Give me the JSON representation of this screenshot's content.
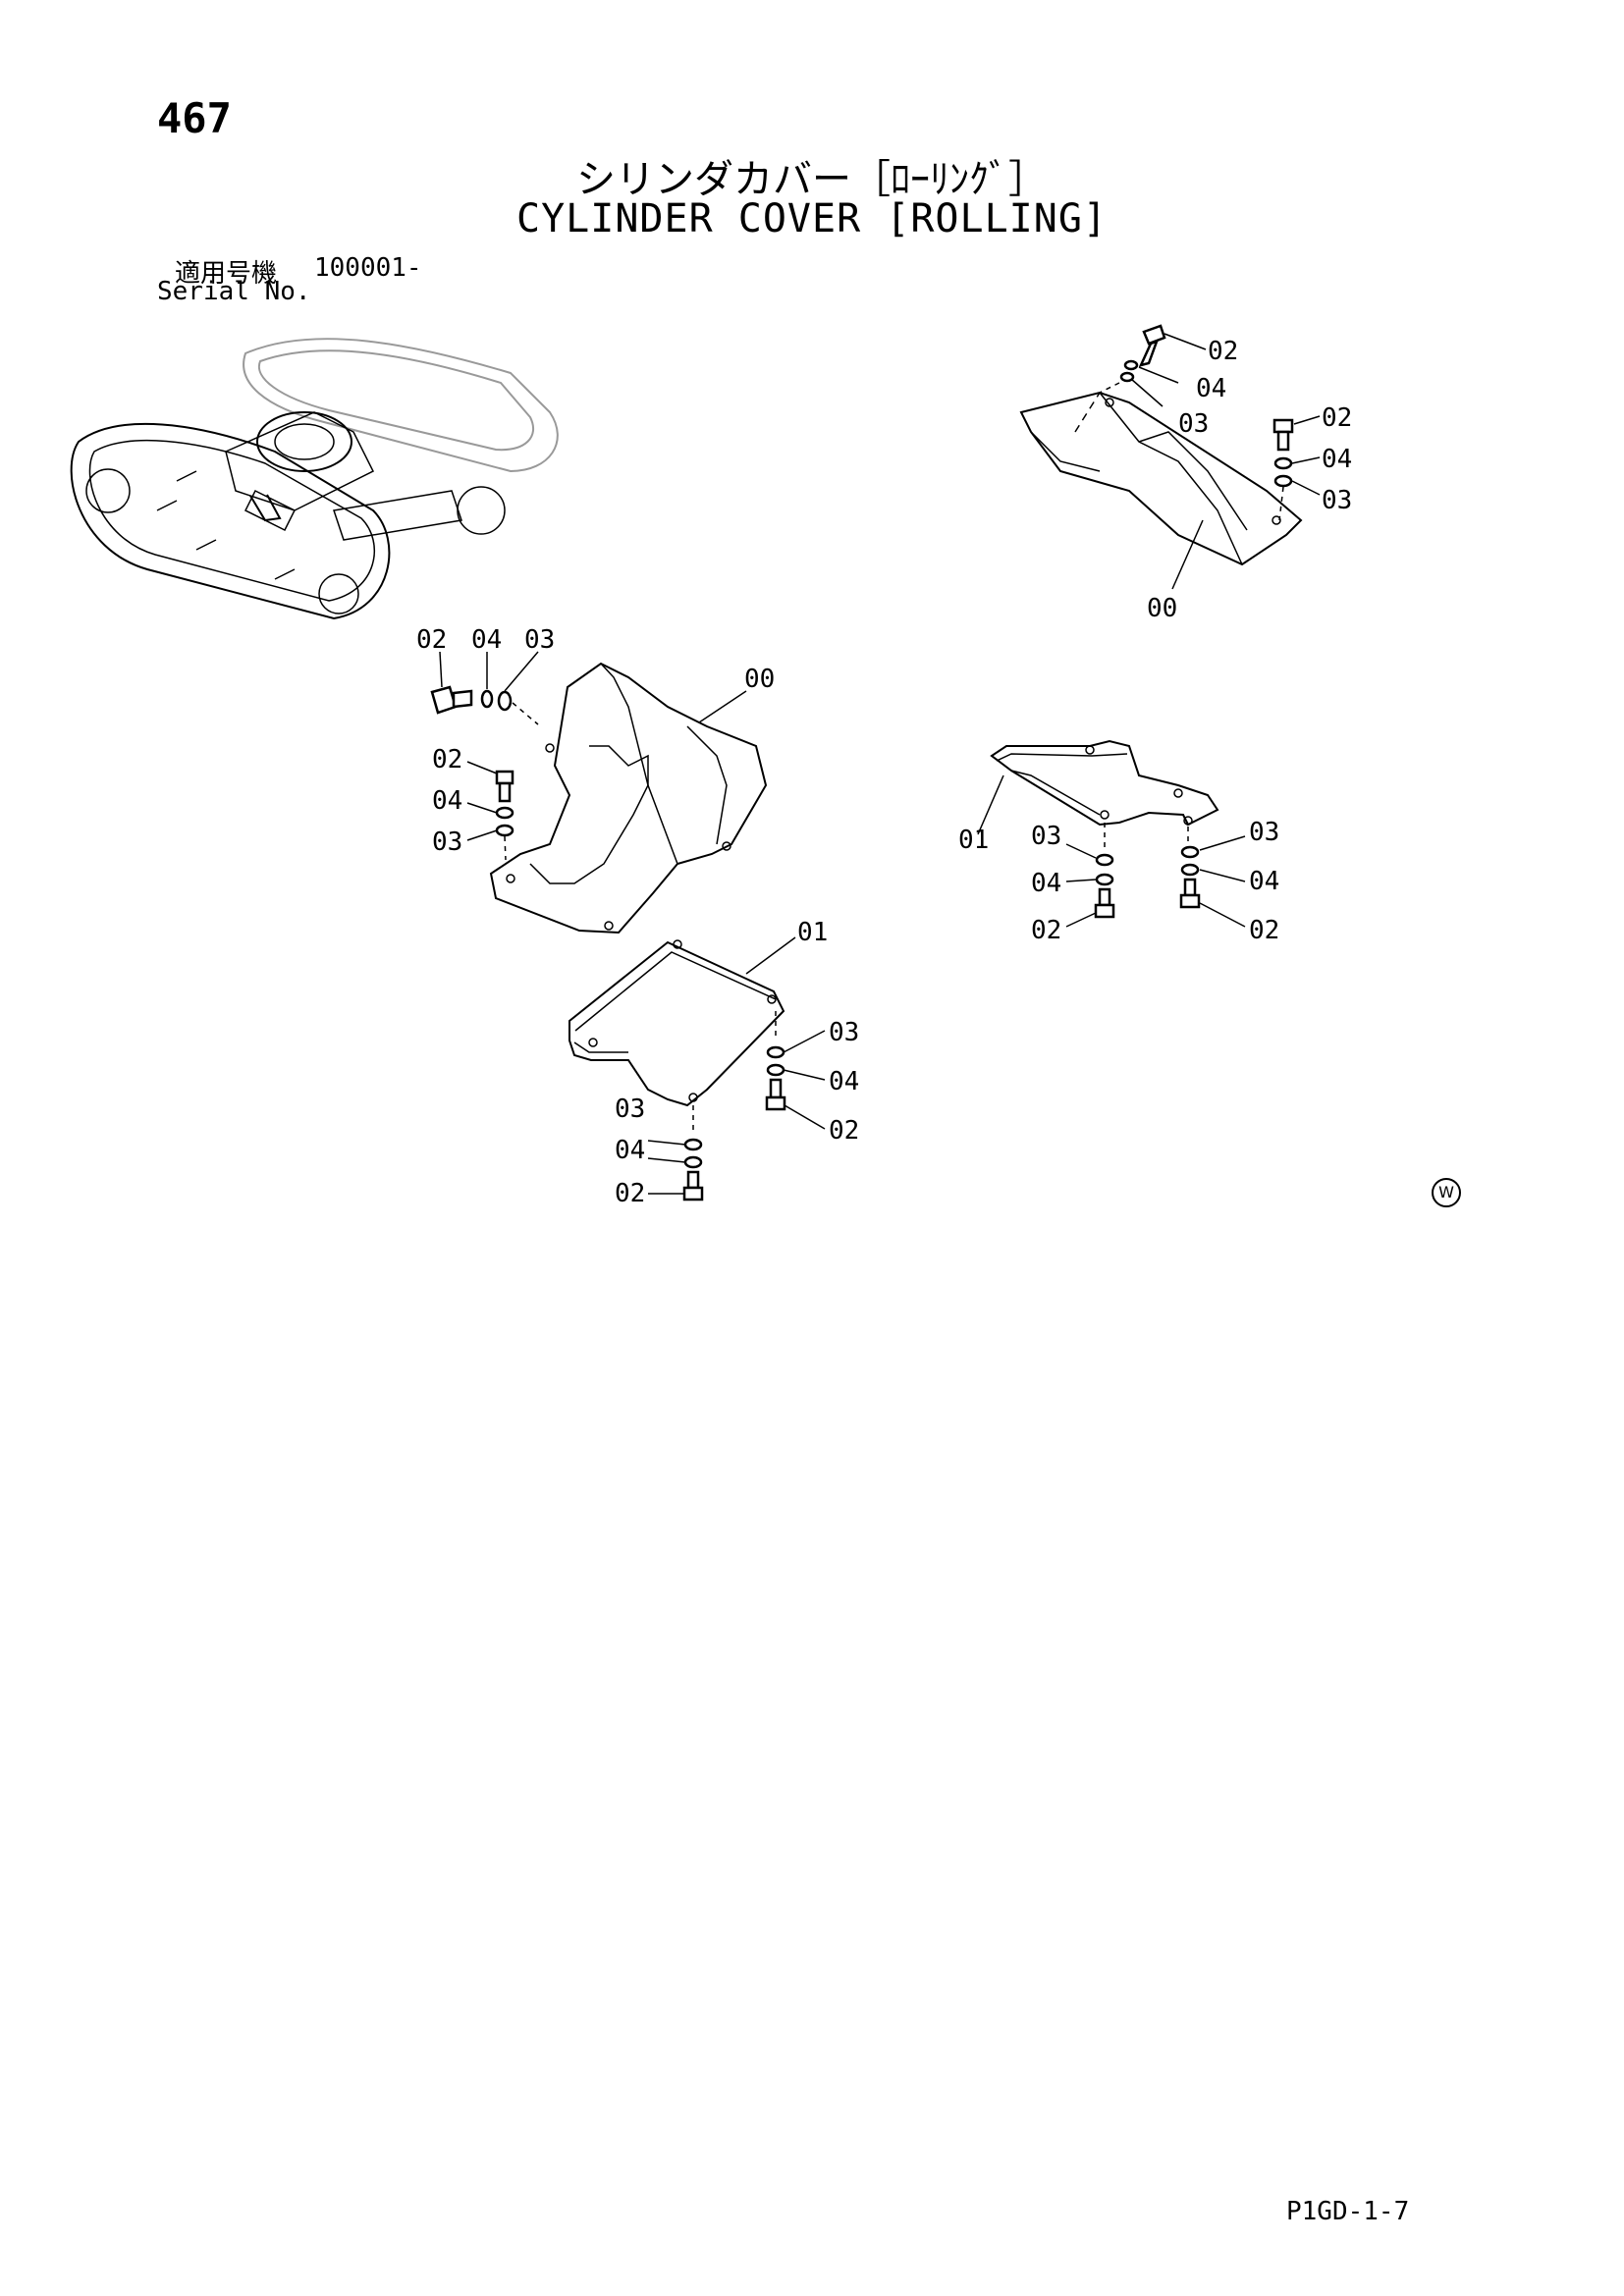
{
  "header": {
    "page_number": "467",
    "title_ja": "シリンダカバー［ﾛｰﾘﾝｸﾞ］",
    "title_en": "CYLINDER COVER [ROLLING]",
    "serial_label_ja": "適用号機",
    "serial_range": "100001-",
    "serial_label_en": "Serial No."
  },
  "callouts": {
    "p00": "00",
    "p01": "01",
    "p02": "02",
    "p03": "03",
    "p04": "04"
  },
  "mark": "W",
  "footer": {
    "code": "P1GD-1-7"
  }
}
